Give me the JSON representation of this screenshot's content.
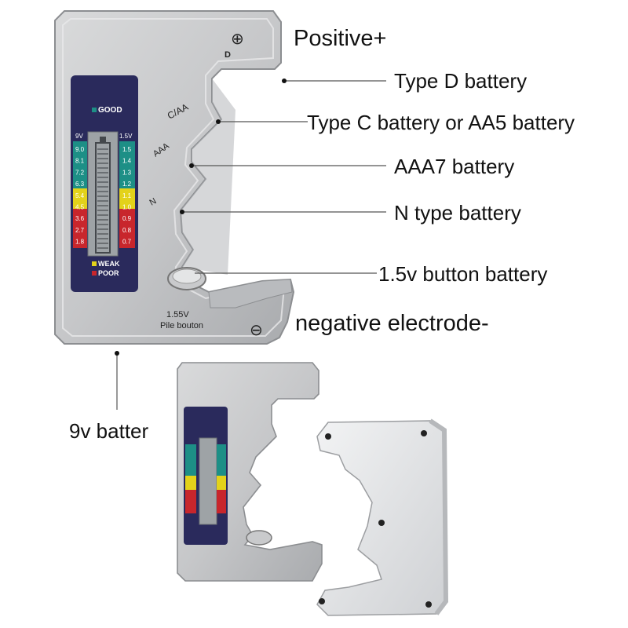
{
  "callouts": {
    "positive": "Positive+",
    "type_d": "Type D battery",
    "type_c_aa": "Type C battery or AA5 battery",
    "aaa": "AAA7 battery",
    "n_type": "N type battery",
    "button": "1.5v button battery",
    "negative": "negative electrode-",
    "nine_v": "9v batter"
  },
  "device": {
    "slot_labels": {
      "d": "D",
      "c_aa": "C/AA",
      "aaa": "AAA",
      "n": "N"
    },
    "positive_symbol": "⊕",
    "negative_symbol": "⊖",
    "button_label_1": "1.55V",
    "button_label_2": "Pile bouton",
    "display": {
      "good": "GOOD",
      "weak": "WEAK",
      "poor": "POOR",
      "left_header": "9V",
      "right_header": "1.5V",
      "left_scale": [
        "9.0",
        "8.1",
        "7.2",
        "6.3",
        "5.4",
        "4.5",
        "3.6",
        "2.7",
        "1.8"
      ],
      "right_scale": [
        "1.5",
        "1.4",
        "1.3",
        "1.2",
        "1.1",
        "1.0",
        "0.9",
        "0.8",
        "0.7"
      ]
    }
  },
  "colors": {
    "panel": "#2a2a5c",
    "good": "#1d8f86",
    "weak": "#e3d21a",
    "poor": "#c8262c",
    "silver": "#cfd0d1",
    "back_cover": "#e6e7e9"
  }
}
